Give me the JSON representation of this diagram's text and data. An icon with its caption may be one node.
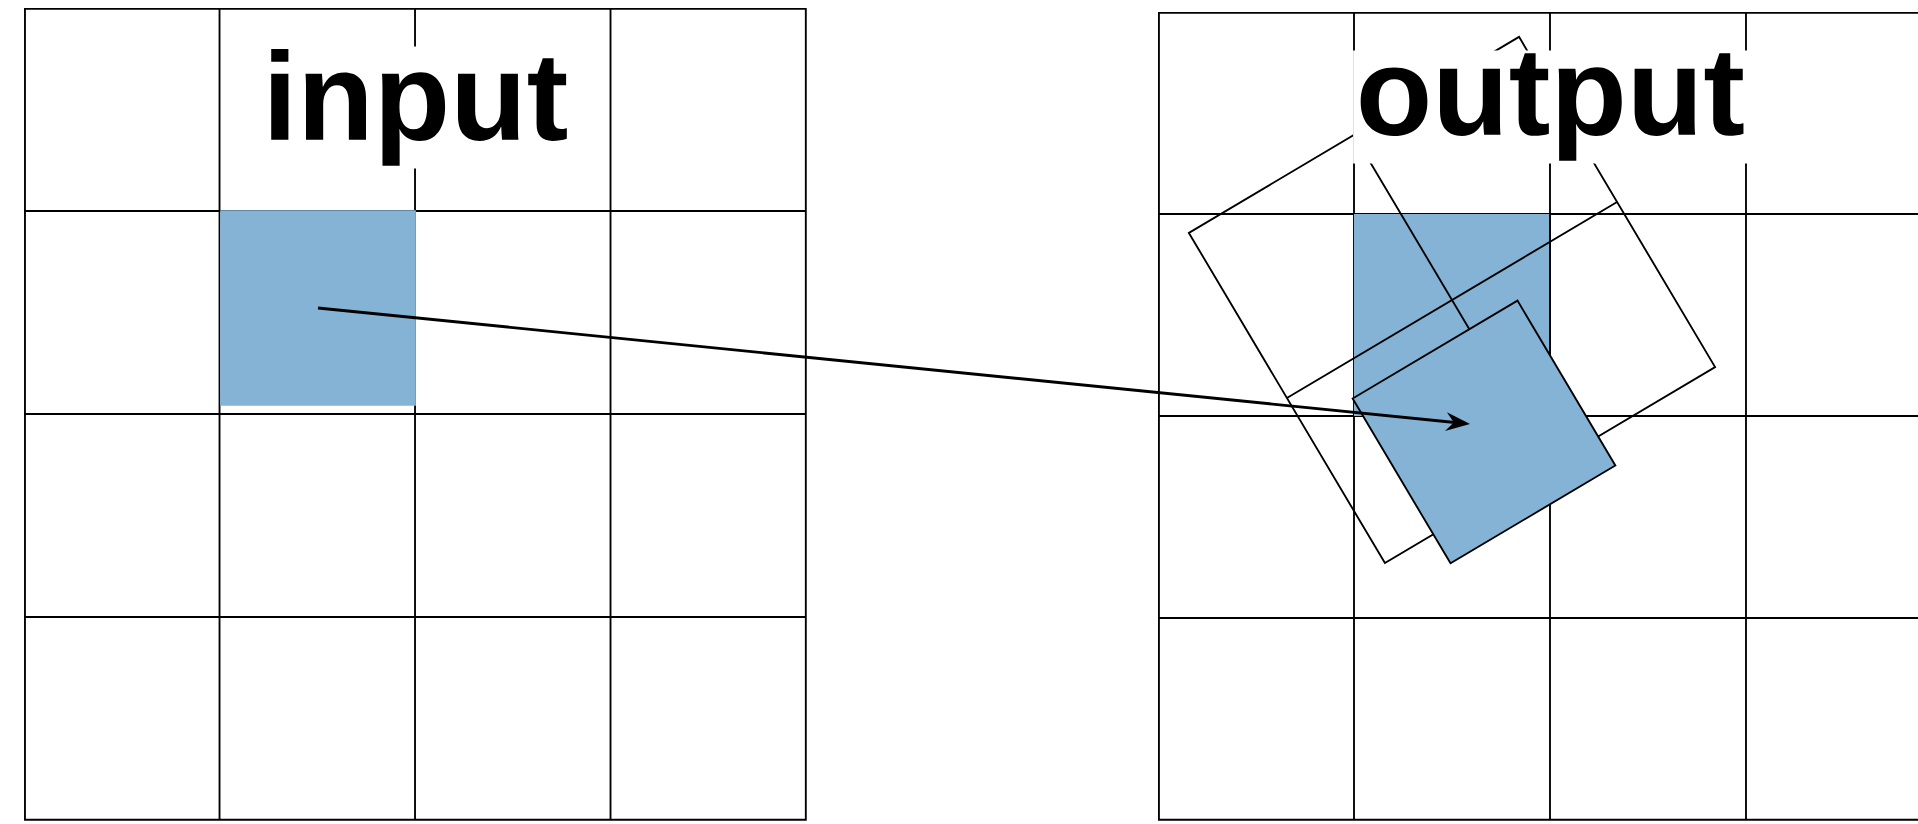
{
  "diagram": {
    "nodes": [
      {
        "text": [
          "input"
        ]
      },
      {
        "text": [],
        "shape": "box",
        "in": 0
      },
      {
        "text": [
          "output"
        ]
      },
      {
        "text": [],
        "shape": "box",
        "in": 2
      }
    ],
    "edges": [
      {
        "from": 1,
        "to": 3,
        "arrow": "to"
      }
    ]
  }
}
